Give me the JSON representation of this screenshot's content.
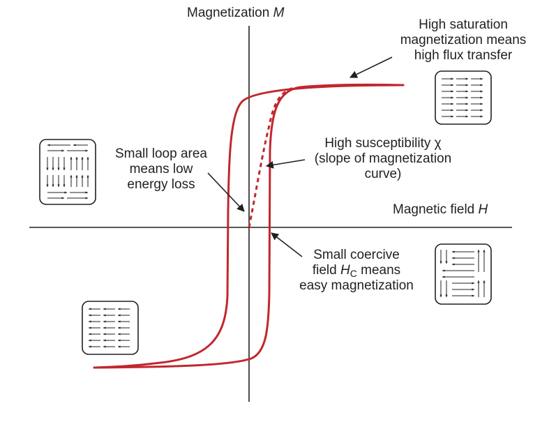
{
  "axes": {
    "y_label_text": "Magnetization ",
    "y_label_symbol": "M",
    "x_label_text": "Magnetic field ",
    "x_label_symbol": "H"
  },
  "annotations": {
    "saturation": [
      "High saturation",
      "magnetization means",
      "high flux transfer"
    ],
    "susceptibility": [
      "High susceptibility χ",
      "(slope of magnetization",
      "curve)"
    ],
    "loop_area": [
      "Small loop area",
      "means low",
      "energy loss"
    ],
    "coercive_line1": "Small coercive",
    "coercive_line2_pre": "field ",
    "coercive_symbol": "H",
    "coercive_subscript": "C",
    "coercive_line2_post": " means",
    "coercive_line3": "easy magnetization"
  },
  "colors": {
    "curve": "#c1272d",
    "ink": "#231f20",
    "background": "#ffffff"
  },
  "domain_icons": [
    "saturated-right",
    "demagnetized",
    "partially-magnetized",
    "saturated-left"
  ]
}
